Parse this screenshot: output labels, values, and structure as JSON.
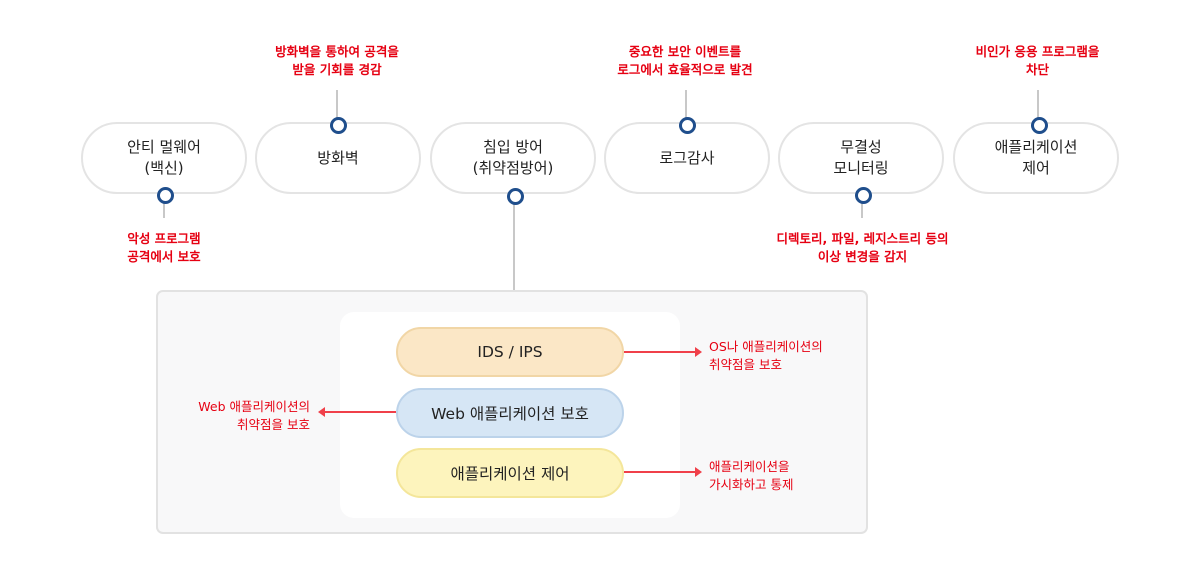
{
  "colors": {
    "accent_red": "#e60012",
    "node_dot": "#1f4e8c",
    "ids_fill": "#fbe7c6",
    "web_fill": "#d6e6f5",
    "appctrl_fill": "#fdf4bd"
  },
  "nodes": [
    {
      "label": "안티 멀웨어\n(백신)",
      "note": "악성 프로그램\n공격에서 보호",
      "note_position": "below"
    },
    {
      "label": "방화벽",
      "note": "방화벽을 통하여 공격을\n받을 기회를 경감",
      "note_position": "above"
    },
    {
      "label": "침입 방어\n(취약점방어)",
      "note": "",
      "note_position": "below"
    },
    {
      "label": "로그감사",
      "note": "중요한 보안 이벤트를\n로그에서 효율적으로 발견",
      "note_position": "above"
    },
    {
      "label": "무결성\n모니터링",
      "note": "디렉토리, 파일, 레지스트리 등의\n이상 변경을 감지",
      "note_position": "below"
    },
    {
      "label": "애플리케이션\n제어",
      "note": "비인가 응용 프로그램을\n차단",
      "note_position": "above"
    }
  ],
  "detail_panel": {
    "items": [
      {
        "label": "IDS / IPS",
        "note": "OS나 애플리케이션의\n취약점을 보호",
        "note_side": "right"
      },
      {
        "label": "Web 애플리케이션 보호",
        "note": "Web 애플리케이션의\n취약점을 보호",
        "note_side": "left"
      },
      {
        "label": "애플리케이션 제어",
        "note": "애플리케이션을\n가시화하고 통제",
        "note_side": "right"
      }
    ]
  }
}
